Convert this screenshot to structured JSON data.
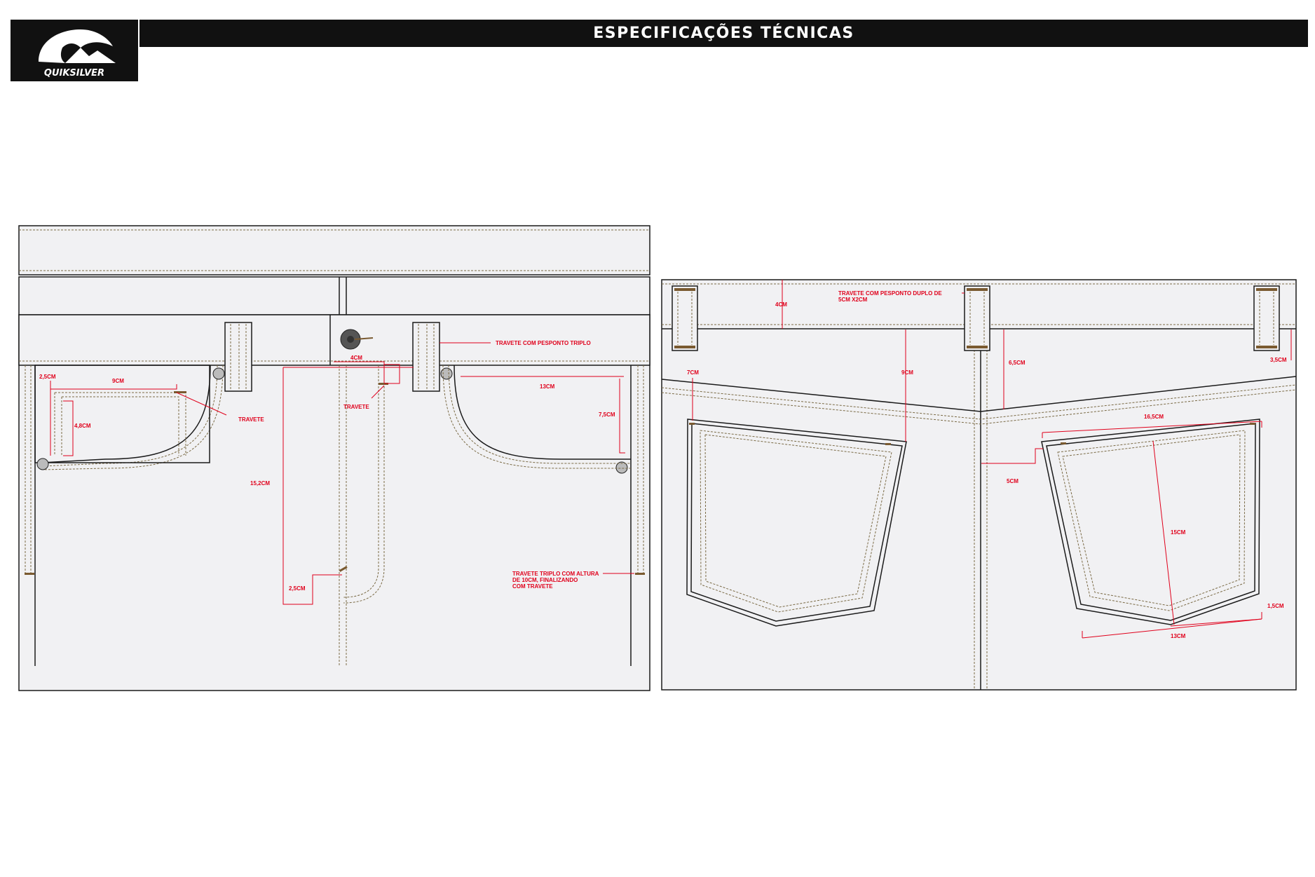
{
  "header": {
    "title": "ESPECIFICAÇÕES TÉCNICAS",
    "brand": "QUIKSILVER"
  },
  "front": {
    "labels": {
      "coin_height": "2,5CM",
      "coin_width": "9CM",
      "coin_depth": "4,8CM",
      "bartack_coin": "TRAVETE",
      "fly_width": "4CM",
      "bartack_fly": "TRAVETE",
      "fly_length": "15,2CM",
      "fly_curve": "2,5CM",
      "bartack_loop": "TRAVETE COM PESPONTO TRIPLO",
      "pocket_width": "13CM",
      "pocket_depth": "7,5CM",
      "side_seam_note_1": "TRAVETE TRIPLO COM ALTURA",
      "side_seam_note_2": "DE 10CM, FINALIZANDO",
      "side_seam_note_3": "COM TRAVETE"
    }
  },
  "back": {
    "labels": {
      "waistband_height": "4CM",
      "center_loop_note_1": "TRAVETE COM PESPONTO DUPLO DE",
      "center_loop_note_2": "5CM X2CM",
      "yoke_left": "7CM",
      "pocket_pos": "9CM",
      "yoke_center": "6,5CM",
      "yoke_right": "3,5CM",
      "pocket_offset": "5CM",
      "pocket_top_width": "16,5CM",
      "pocket_length": "15CM",
      "pocket_point": "1,5CM",
      "pocket_bottom_width": "13CM"
    }
  }
}
